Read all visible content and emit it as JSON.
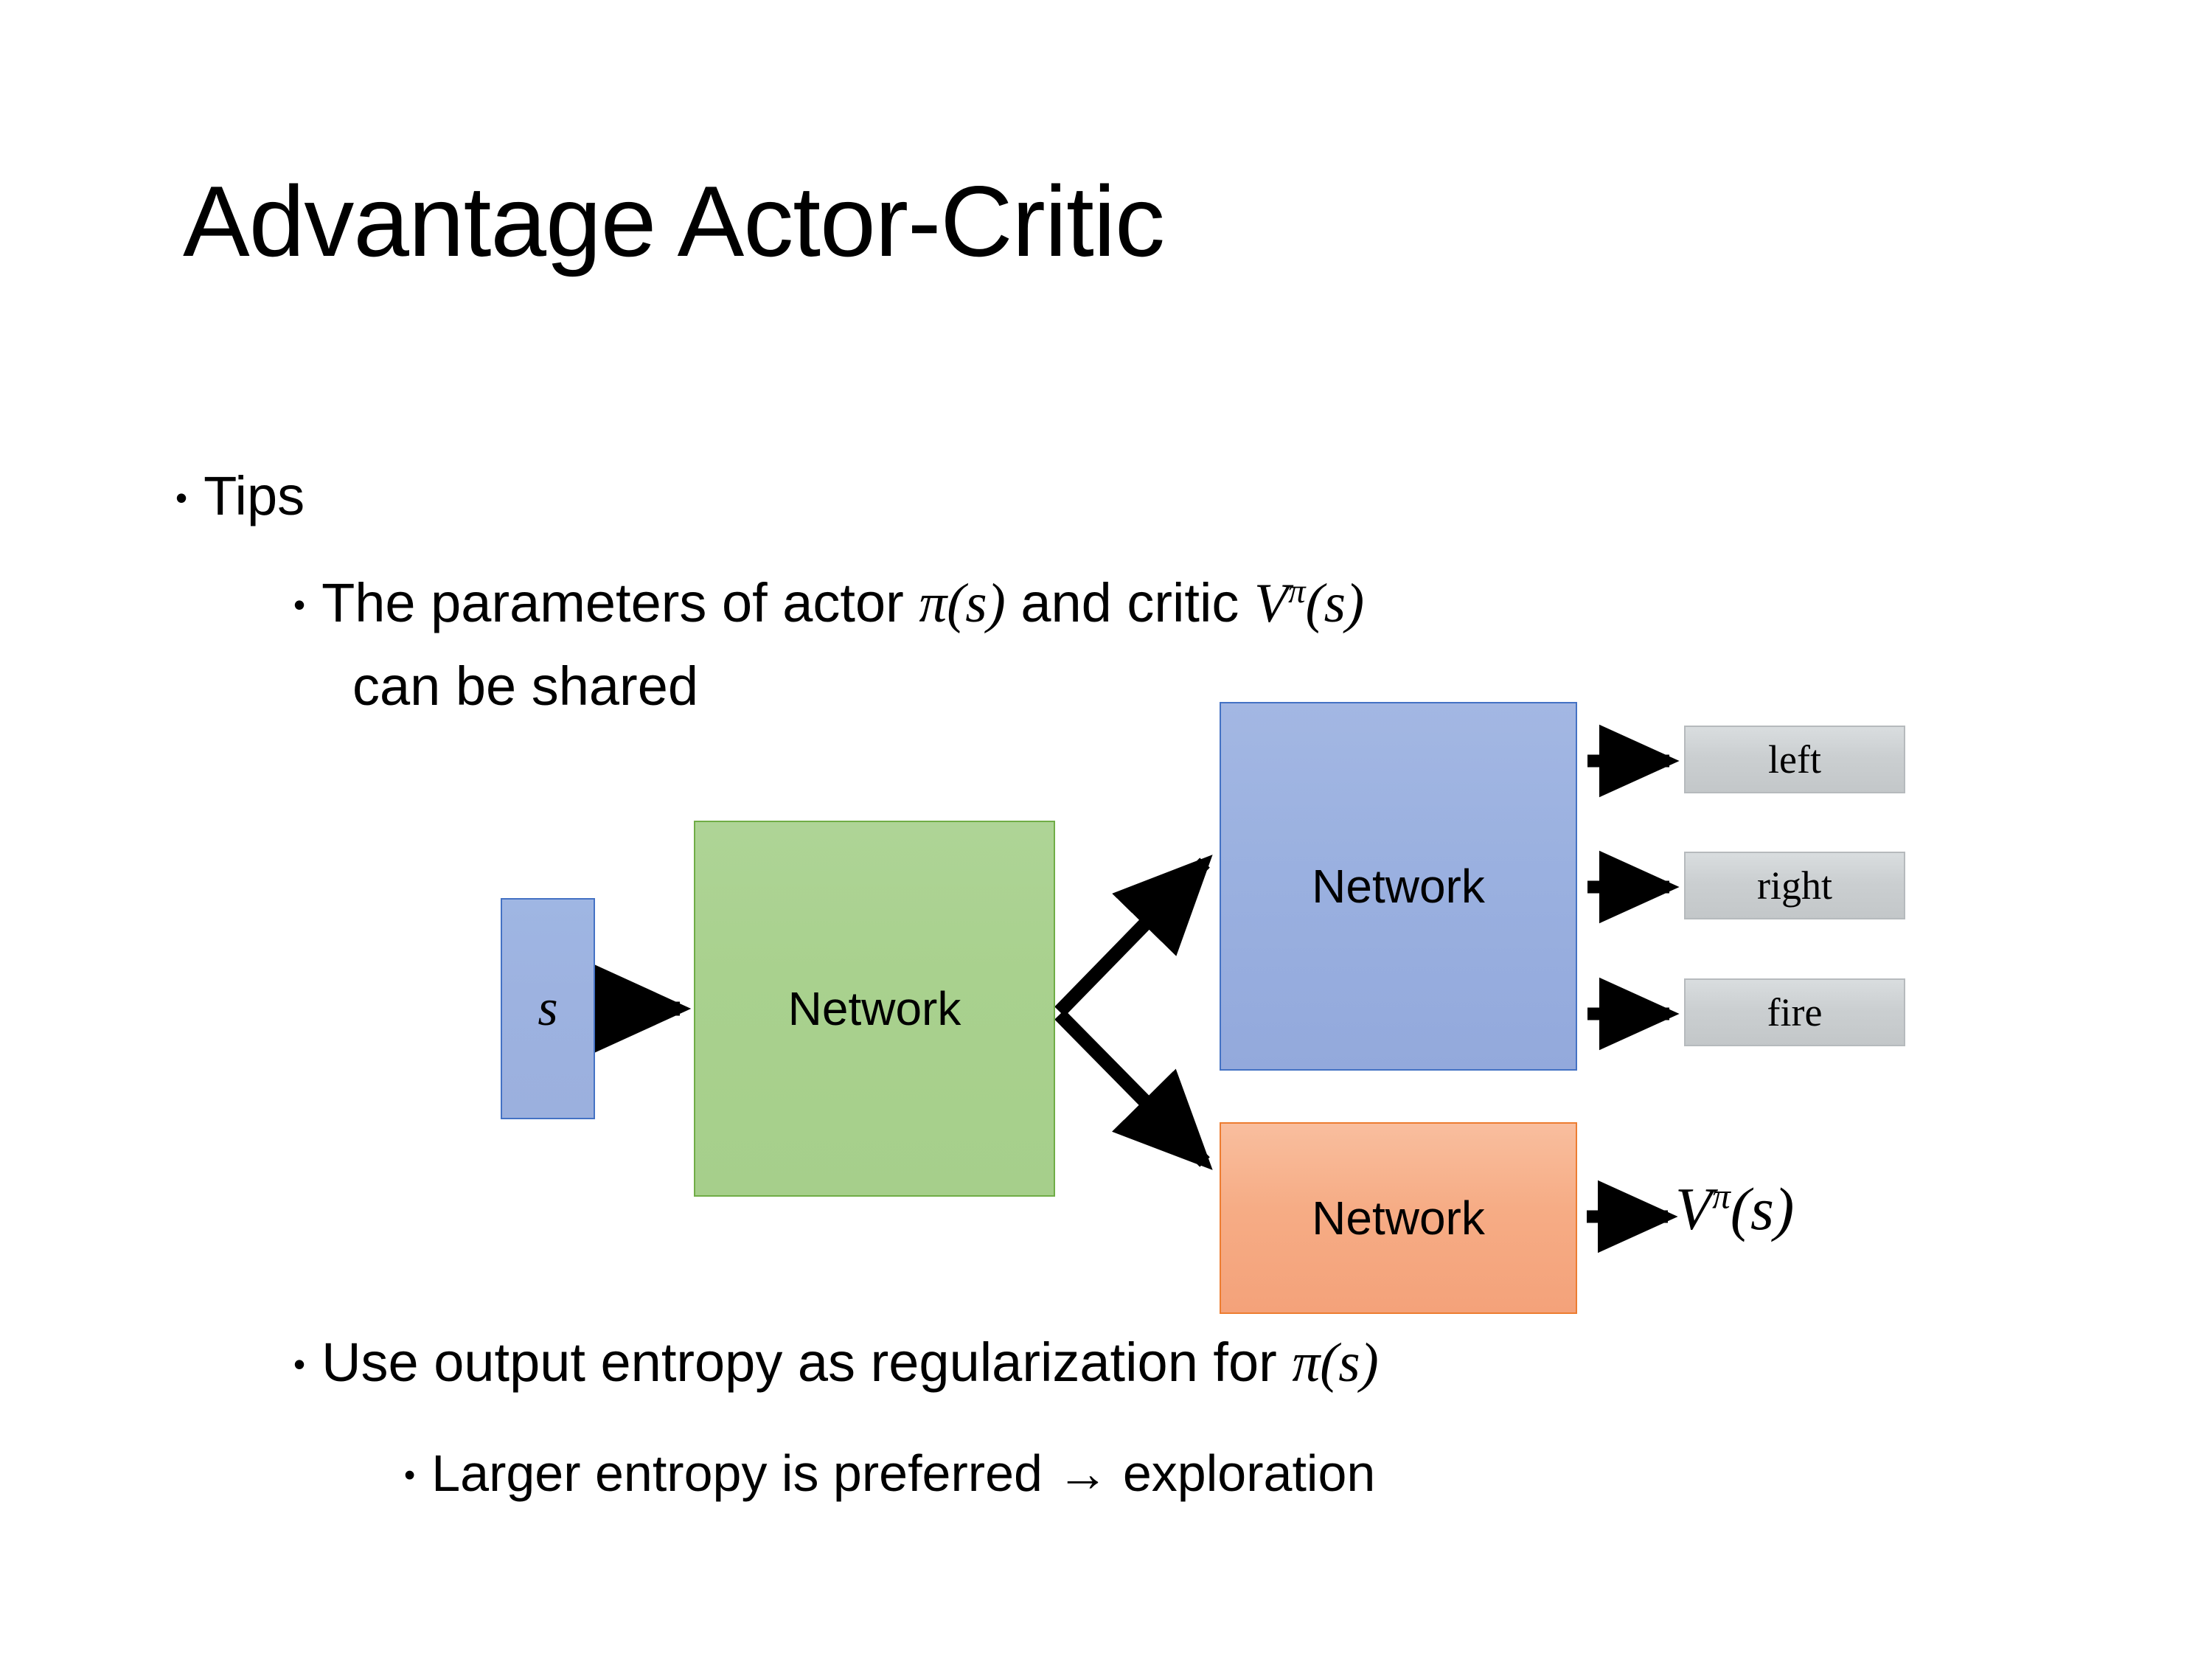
{
  "slide": {
    "title": "Advantage Actor-Critic",
    "background_color": "#FFFFFF",
    "bullets": {
      "tips": "Tips",
      "params_line1_a": "The parameters of actor ",
      "params_line1_math1_base": "π(s)",
      "params_line1_b": "  and critic ",
      "params_line1_math2_V": "V",
      "params_line1_math2_sup": "π",
      "params_line1_math2_arg": "(s)",
      "params_line2": "can be shared",
      "entropy_a": "Use output entropy as regularization for ",
      "entropy_math": "π(s)",
      "larger": "Larger entropy is preferred → exploration",
      "marker": "•"
    }
  },
  "diagram": {
    "input_node": {
      "label": "s",
      "fill": "#9DB2E0",
      "border": "#4472C4"
    },
    "shared_network": {
      "label": "Network",
      "fill": "#A9D18E",
      "border": "#70AD47"
    },
    "actor_network": {
      "label": "Network",
      "fill": "#9BB1E0",
      "border": "#4472C4"
    },
    "critic_network": {
      "label": "Network",
      "fill": "#F6AC85",
      "border": "#ED7D31"
    },
    "action_chips": [
      {
        "label": "left",
        "fill": "#CBCFD1",
        "border": "#B6BABD"
      },
      {
        "label": "right",
        "fill": "#CBCFD1",
        "border": "#B6BABD"
      },
      {
        "label": "fire",
        "fill": "#CBCFD1",
        "border": "#B6BABD"
      }
    ],
    "critic_output": {
      "V": "V",
      "sup": "π",
      "arg": "(s)"
    },
    "arrow_color": "#000000"
  }
}
